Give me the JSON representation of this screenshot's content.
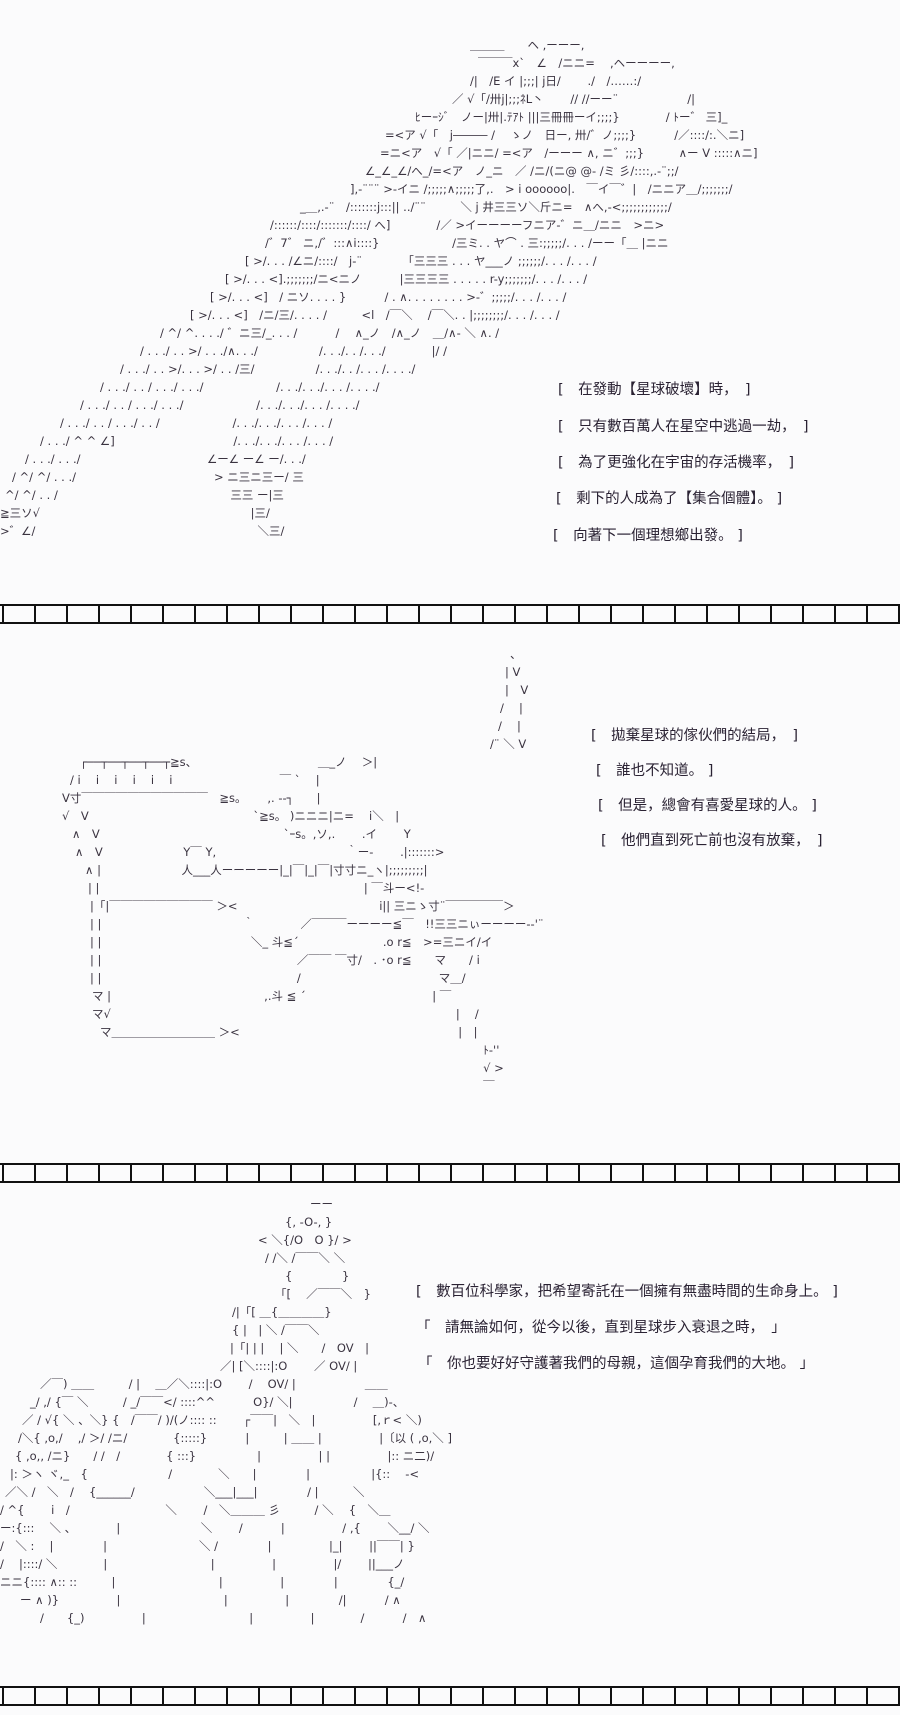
{
  "panels": [
    {
      "captions": [
        "[　在發動【星球破壞】時，　]",
        "[　只有數百萬人在星空中逃過一劫，　]",
        "[　為了更強化在宇宙的存活機率，　]",
        "[　剩下的人成為了【集合個體】。 ]",
        "[　向著下一個理想鄉出發。 ]"
      ],
      "art": [
        "＿＿＿　　ヘ ,ーーー,",
        "￣￣￣x`　∠　/ニニ=　 ,ヘーーーー,",
        "/|　/E イ |;;;| j日/　　 ./　/……:/",
        "／ √「/卅j|;;;ﾈL丶　　 // //ーー¨　　　　　　/|",
        "ﾋーｰｼﾞ　ノー|卅|.ﾃｱﾄ |||三冊冊ーイ;;;;}　　　　/ ﾄー゛ 三]_",
        "=<ア √「　j――― /　 ゝノ　日ー, 卅/゛ノ;;;;}　　　 /／::::/:.＼ニ]",
        "=ニ<ア　√「 ／|ニニ/ =<ア　/ーーー ∧, ニ゛;;;}　　　∧ー V :::::∧ニ]",
        "∠_∠_∠/へ_/=<ア　ノ_ニ　／ /ニ/(ニ@ @- /ミ 彡/::::,.-¨;;/",
        "],-¨¨¨ >-イニ /;;;;;∧;;;;;了,.　> i oooooo|.　￣イ￣゛|　/ニニア＿/;;;;;;;/",
        "_＿,.-¨　/:::::::j:::|| ../¨¨　　　＼ j 井三三ソ＼斤ニ=　∧へ,-<;;;;;;;;;;;;/",
        "/::::::/::::/:::::::/::::/ へ]　　　　/／ >イーーーーフニア-゛ニ＿/ニニ　>ニ>",
        "/゛7゛ ニ,/゛:::∧i::::}　　　　　　 /三ミ. . ヤ⌒ . 三:;;;;;/. . . /ーー「＿ |ニニ",
        "[ >/. . . /∠ニ/::::/　j-¨　　　　「三三三 . . . ヤ___ノ ;;;;;;/. . . /. . . /",
        "[ >/. . . <].;;;;;;;/ニ<ニノ　　　 |三三三三 . . . . . r-y;;;;;;;/. . . /. . . /",
        "[ >/. . . <]　/ ニソ. . . . }　　　 / . ∧. . . . . . . . >-゛;;;;;/. . . /. . . /",
        "[ >/. . . <]　/ニ/三/. . . . /　　　<l　/￣＼　 /￣＼. . |;;;;;;;;/. . . /. . . /",
        "/ ^/ ^. . . ./ ゛ニ三/_. . . /　　　 /　 ∧_ノ　/∧_ノ　＿/∧- ＼ ∧. /",
        "/ . . ./ . . >/ . . ./∧. . ./　　　　　 /. . ./. . /. . ./　　　　|/ /",
        "/ . . ./ . . >/. . . >/ . . /三/　　　　　 /. . ./. . /. . . /. . . ./",
        "/ . . ./ . . / . . ./ . . ./　　　　　　 /. . ./. . ./. . . /. . . ./",
        "/ . . ./ . . / . . ./ . . ./　　　　　　 /. . ./. . ./. . . /. . . ./",
        "/ . . ./ . . / . . ./ . . /　　　　　　 /. . ./. . ./. . . /. . . /",
        "/ . . ./ ^ ^ ∠]　　　　　　　　　　 /. . ./. . ./. . . /. . . /",
        "/ . . ./ . . ./　　　　　　　　　　　∠ー∠ ー∠ ー/. . ./",
        "/ ^/ ^/ . . ./　　　　　　　　　　　　> ニ三ニ三ー/ 三",
        "^/ ^/ . . /　　　　　　　　　　　　　　　三三 ー|三",
        "≧三ソ√　　　　　　　　　　　　　　　　　　 |三/",
        ">゛∠/　　　　　　　　　　　　　　　　　　　 ＼三/"
      ]
    },
    {
      "captions": [
        "[　拋棄星球的傢伙們的結局，　]",
        "[　誰也不知道。 ]",
        "[　但是，總會有喜愛星球的人。 ]",
        "[　他們直到死亡前也沒有放棄，　]"
      ],
      "art": [
        "、",
        "| V",
        "|　V",
        "/　 |",
        "/　 |",
        "/¨ ＼ V",
        "┌──┬──┬──┬──┬≧s、　　　　　　　　　　　＿_ノ　 ＞|",
        "/ i　 i　 i　 i　 i　 i　　　　　　　　　 ￣ `　 |",
        "V寸￣￣￣￣￣￣￣￣￣￣￣　≧s。　　 ,. -‐┐　　|",
        "√　V　　　　　　　　　　　　　　 `≧s。 )ニニニ|ニ=　 i＼　|",
        "∧　V　　　　　　　　　　　　　　　　`ｰs。,ソ,.　　 .イ　　 Y",
        "∧　V　　　　　　　Y￣ Y,　　　　　　　　　　　 ｀ー-　　 .|:::::::>",
        "∧ |　　　　　　　人___人ーーーーー|_|￣|_|￣|寸寸ニ_ヽ|;;;;;;;;;|",
        "| |　　　　　　　　　　　　　　　　　　　　　　　| ￣斗ー<!-",
        "|「|￣￣￣￣￣￣￣￣￣ ＞<　　　　　　　　　　　　 i|| 三ニゝ寸¨￣￣￣￣￣＞",
        "| |　　　　　　　　　　　　 ｀　　　　／￣￣￣ーーーー≦￣　!!三三ニぃーーーー‐‐'¨",
        "| |　　　　　　　　　　　　　＼_ 斗≦´　　　　　　　 .o r≦　>=三ニイ/イ",
        "| |　　　　　　　　　　　　　　　　　／￣￣ ￣寸/　. ･o r≦　　マ　　/ i",
        "| |　　　　　　　　　　　　　　　　　/　　　　　　　　　　　　マ＿/",
        "マ |　　　　　　　　　　　　　 ,.斗 ≦ ´　　　　　　　　　　　| ￣",
        "マ√　　　　　　　　　　　　　　　　　　　　　　　　　　　　　　|　 /",
        "マ＿＿＿＿＿＿＿＿＿ ＞<　　　　　　　　　　　　　　　　　　　|　|",
        "　　　　　　　　　　　　　　　　　　　　　　　　　　　　　　　　　 ﾄ-''",
        "　　　　　　　　　　　　　　　　　　　　　　　　　　　　　　　　　 √ >",
        "　　　　　　　　　　　　　　　　　　　　　　　　　　　　　　　　　 ￣"
      ]
    },
    {
      "captions": [
        "[　數百位科學家，把希望寄託在一個擁有無盡時間的生命身上。 ]",
        "「　請無論如何，從今以後，直到星球步入衰退之時，　」",
        "「　你也要好好守護著我們的母親，這個孕育我們的大地。 」"
      ],
      "art": [
        "ーー",
        "{, -O-, }",
        "< ＼{/O　O }/ >",
        "/ /＼ /￣￣＼ ＼",
        "{　　　　 }",
        "「[　 ／￣￣＼　}",
        "/|「[ ＿{＿＿＿＿}",
        "{ |　| ＼ /￣￣＼",
        "|「| | |　 | ＼　　/　OV　|",
        "／| [＼::::|:O　　 ／ OV/ |",
        "／￣) ＿＿　　　/ |　 ＿／＼::::|:O　　 /　 OV/ |　　　　　　＿＿",
        "_/ ,/ {￣ ＼　　　/ _/￣￣</ ::::^^　　　 O}/ ＼|　　　　　 /　 ＿)-、",
        "／ / √{ ＼ 、＼} {　/￣￣/ )/(ノ:::: ::　　 ┌￣￣|　＼　|　　　　　[,ｒ< ＼)",
        "/＼{ ,o,/　 ,/ ＞/ /ニ/　　　　{:::::}　　　 |　　　| ＿＿ |　　　　　|〔以 ( ,o,＼ ]",
        "{ ,o,, /ニ}　　/ /　/　　　　{ :::}　　　 　　|　　　　　| |　　　　　|:: ニ二)/",
        "|: ＞ヽ ヾ,_　{　　　　　　　/　　　　＼　　|　　　　 |　　　　　 |{::　 -<",
        "／＼ /　＼　/ 　{______/　　　　　　＼___|___|　　　　 / |　　　＼",
        "/ ^{　 　i　/ 　　　　　　　　＼　　 /　＼＿＿＿ 彡　　　/ ＼　 {　＼＿",
        "ー:{:::　 ＼ 、　　　　|　　　　　　　＼　　 /　　　 |　　　　　/ ,{　　 ＼__/ ＼",
        "/　＼ :　 |　　　　 |　　　　　　　　＼ /　　　　 |　　　　　|_|　　 ||￣￣| }",
        "/ 　|::::/ ＼　　　　|　　　　　　　　　|　　　　　|　　　　　|/　　 ||___ノ",
        "ニニ{:::: ∧:: ::　　　|　　　　　　　　　|　　　　　|　　　　 |　　　　 {_/",
        "ー ∧ )}　　　　　|　　　　　　　　　|　　　　　|　　　　 /|　　　 / ∧",
        "/　　{_)　　　　　|　　　　　　　　　|　　　　　|　　　　/　　　 /　∧"
      ]
    }
  ]
}
